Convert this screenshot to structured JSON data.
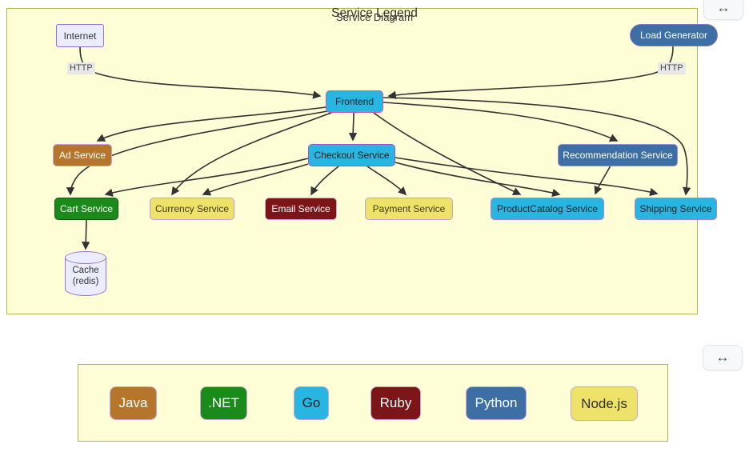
{
  "diagram_panel": {
    "title": "Service Diagram",
    "nodes": {
      "internet": {
        "label": "Internet",
        "fill": "#ececff"
      },
      "load_generator": {
        "label": "Load Generator",
        "fill": "#3d6fa5"
      },
      "frontend": {
        "label": "Frontend",
        "fill": "#29b5e2"
      },
      "ad_service": {
        "label": "Ad Service",
        "fill": "#b5762b"
      },
      "checkout_service": {
        "label": "Checkout Service",
        "fill": "#29b5e2"
      },
      "recommendation_service": {
        "label": "Recommendation Service",
        "fill": "#3d6fa5"
      },
      "cart_service": {
        "label": "Cart Service",
        "fill": "#1a8a1a"
      },
      "currency_service": {
        "label": "Currency Service",
        "fill": "#efe26a"
      },
      "email_service": {
        "label": "Email Service",
        "fill": "#7b1518"
      },
      "payment_service": {
        "label": "Payment Service",
        "fill": "#efe26a"
      },
      "productcatalog_service": {
        "label": "ProductCatalog Service",
        "fill": "#29b5e2"
      },
      "shipping_service": {
        "label": "Shipping Service",
        "fill": "#29b5e2"
      },
      "cache": {
        "line1": "Cache",
        "line2": "(redis)",
        "fill": "#ececff"
      }
    },
    "edge_labels": {
      "http_left": "HTTP",
      "http_right": "HTTP"
    },
    "edges": [
      {
        "from": "Internet",
        "to": "Frontend",
        "label": "HTTP"
      },
      {
        "from": "Load Generator",
        "to": "Frontend",
        "label": "HTTP"
      },
      {
        "from": "Frontend",
        "to": "Ad Service"
      },
      {
        "from": "Frontend",
        "to": "Checkout Service"
      },
      {
        "from": "Frontend",
        "to": "Recommendation Service"
      },
      {
        "from": "Frontend",
        "to": "Cart Service"
      },
      {
        "from": "Frontend",
        "to": "Currency Service"
      },
      {
        "from": "Frontend",
        "to": "ProductCatalog Service"
      },
      {
        "from": "Frontend",
        "to": "Shipping Service"
      },
      {
        "from": "Checkout Service",
        "to": "Cart Service"
      },
      {
        "from": "Checkout Service",
        "to": "Currency Service"
      },
      {
        "from": "Checkout Service",
        "to": "Email Service"
      },
      {
        "from": "Checkout Service",
        "to": "Payment Service"
      },
      {
        "from": "Checkout Service",
        "to": "ProductCatalog Service"
      },
      {
        "from": "Checkout Service",
        "to": "Shipping Service"
      },
      {
        "from": "Recommendation Service",
        "to": "ProductCatalog Service"
      },
      {
        "from": "Cart Service",
        "to": "Cache (redis)"
      }
    ]
  },
  "legend_panel": {
    "title": "Service Legend",
    "items": [
      {
        "label": "Java",
        "color": "#b5762b"
      },
      {
        "label": ".NET",
        "color": "#1a8a1a"
      },
      {
        "label": "Go",
        "color": "#29b5e2"
      },
      {
        "label": "Ruby",
        "color": "#7b1518"
      },
      {
        "label": "Python",
        "color": "#3d6fa5"
      },
      {
        "label": "Node.js",
        "color": "#efe26a"
      }
    ]
  },
  "controls": {
    "expand_icon": "↔"
  },
  "colors": {
    "panel_background": "#fdfdd6",
    "panel_border": "#b4b44a",
    "edge_stroke": "#333333",
    "edge_label_background": "#e8e8e8",
    "lavender_fill": "#ececff",
    "lavender_border": "#9370db"
  }
}
